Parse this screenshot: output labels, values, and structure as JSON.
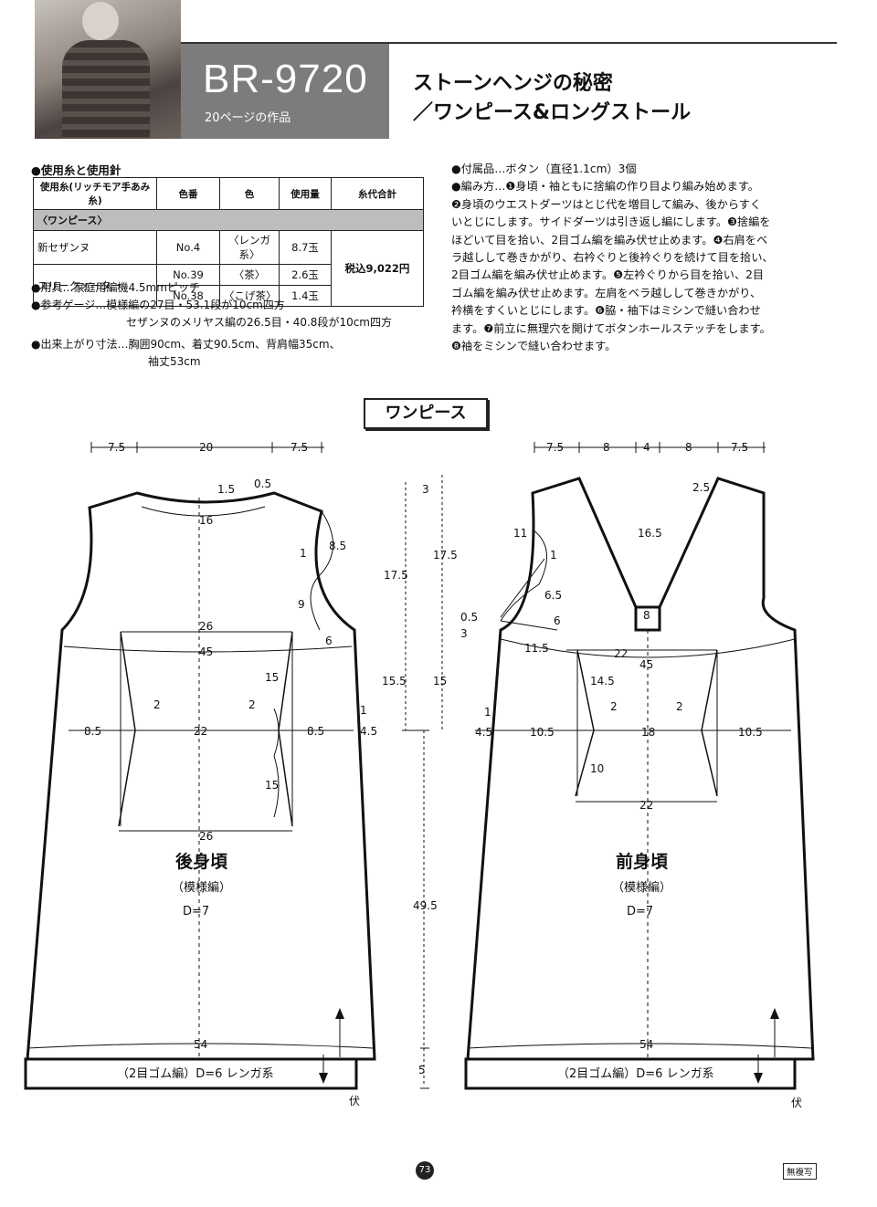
{
  "header": {
    "code": "BR-9720",
    "subtitle": "20ページの作品",
    "title_line1": "ストーンヘンジの秘密",
    "title_line2": "／ワンピース&ロングストール"
  },
  "materials": {
    "heading": "●使用糸と使用針",
    "columns": [
      "使用糸(リッチモア手あみ糸)",
      "色番",
      "色",
      "使用量",
      "糸代合計"
    ],
    "subheading": "〈ワンピース〉",
    "rows": [
      {
        "yarn": "新セザンヌ",
        "num": "No.4",
        "color": "〈レンガ系〉",
        "amount": "8.7玉"
      },
      {
        "yarn": "スリークォーター",
        "num": "No.39",
        "color": "〈茶〉",
        "amount": "2.6玉"
      },
      {
        "yarn": "",
        "num": "No.38",
        "color": "〈こげ茶〉",
        "amount": "1.4玉"
      }
    ],
    "total": "税込9,022円",
    "tool": "●用具…家庭用編機4.5mmピッチ",
    "gauge1": "●参考ゲージ…模様編の27目・53.1段が10cm四方",
    "gauge2": "セザンヌのメリヤス編の26.5目・40.8段が10cm四方",
    "size1": "●出来上がり寸法…胸囲90cm、着丈90.5cm、背肩幅35cm、",
    "size2": "袖丈53cm"
  },
  "instructions": {
    "l1": "●付属品…ボタン（直径1.1cm）3個",
    "l2": "●編み方…❶身頃・袖ともに捨編の作り目より編み始めます。",
    "l3": "❷身頃のウエストダーツはとじ代を増目して編み、後からすく",
    "l4": "いとじにします。サイドダーツは引き返し編にします。❸捨編を",
    "l5": "ほどいて目を拾い、2目ゴム編を編み伏せ止めます。❹右肩をベ",
    "l6": "ラ越しして巻きかがり、右衿ぐりと後衿ぐりを続けて目を拾い、",
    "l7": "2目ゴム編を編み伏せ止めます。❺左衿ぐりから目を拾い、2目",
    "l8": "ゴム編を編み伏せ止めます。左肩をベラ越しして巻きかがり、",
    "l9": "衿横をすくいとじにします。❻脇・袖下はミシンで縫い合わせ",
    "l10": "ます。❼前立に無理穴を開けてボタンホールステッチをします。",
    "l11": "❽袖をミシンで縫い合わせます。"
  },
  "pattern": {
    "title": "ワンピース",
    "back": {
      "name": "後身頃",
      "stitch": "（模様編）",
      "d": "D=7",
      "rib": "（2目ゴム編）D=6 レンガ系"
    },
    "front": {
      "name": "前身頃",
      "stitch": "（模様編）",
      "d": "D=7",
      "rib": "（2目ゴム編）D=6 レンガ系"
    },
    "bind_off": "伏",
    "dims": {
      "b_75a": "7.5",
      "b_20": "20",
      "b_75b": "7.5",
      "b_15": "1.5",
      "b_05": "0.5",
      "b_16": "16",
      "b_85": "8.5",
      "b_1": "1",
      "b_9": "9",
      "b_6": "6",
      "b_26a": "26",
      "b_45": "45",
      "b_15a": "15",
      "b_15b": "15",
      "b_2a": "2",
      "b_2b": "2",
      "b_85a": "8.5",
      "b_22": "22",
      "b_85b": "8.5",
      "b_1r": "1",
      "b_45r": "4.5",
      "b_26b": "26",
      "b_54": "54",
      "m_3": "3",
      "m_175a": "17.5",
      "m_175b": "17.5",
      "m_05": "0.5",
      "m_3b": "3",
      "m_155": "15.5",
      "m_15": "15",
      "m_495": "49.5",
      "m_5": "5",
      "f_75a": "7.5",
      "f_8a": "8",
      "f_4": "4",
      "f_8b": "8",
      "f_75b": "7.5",
      "f_25": "2.5",
      "f_11": "11",
      "f_165": "16.5",
      "f_1": "1",
      "f_65": "6.5",
      "f_6": "6",
      "f_8": "8",
      "f_115": "11.5",
      "f_22a": "22",
      "f_45": "45",
      "f_145": "14.5",
      "f_2a": "2",
      "f_2b": "2",
      "f_1l": "1",
      "f_45l": "4.5",
      "f_105a": "10.5",
      "f_18": "18",
      "f_105b": "10.5",
      "f_10": "10",
      "f_22b": "22",
      "f_54": "54"
    }
  },
  "footer": {
    "page": "73",
    "mark": "無複写"
  }
}
